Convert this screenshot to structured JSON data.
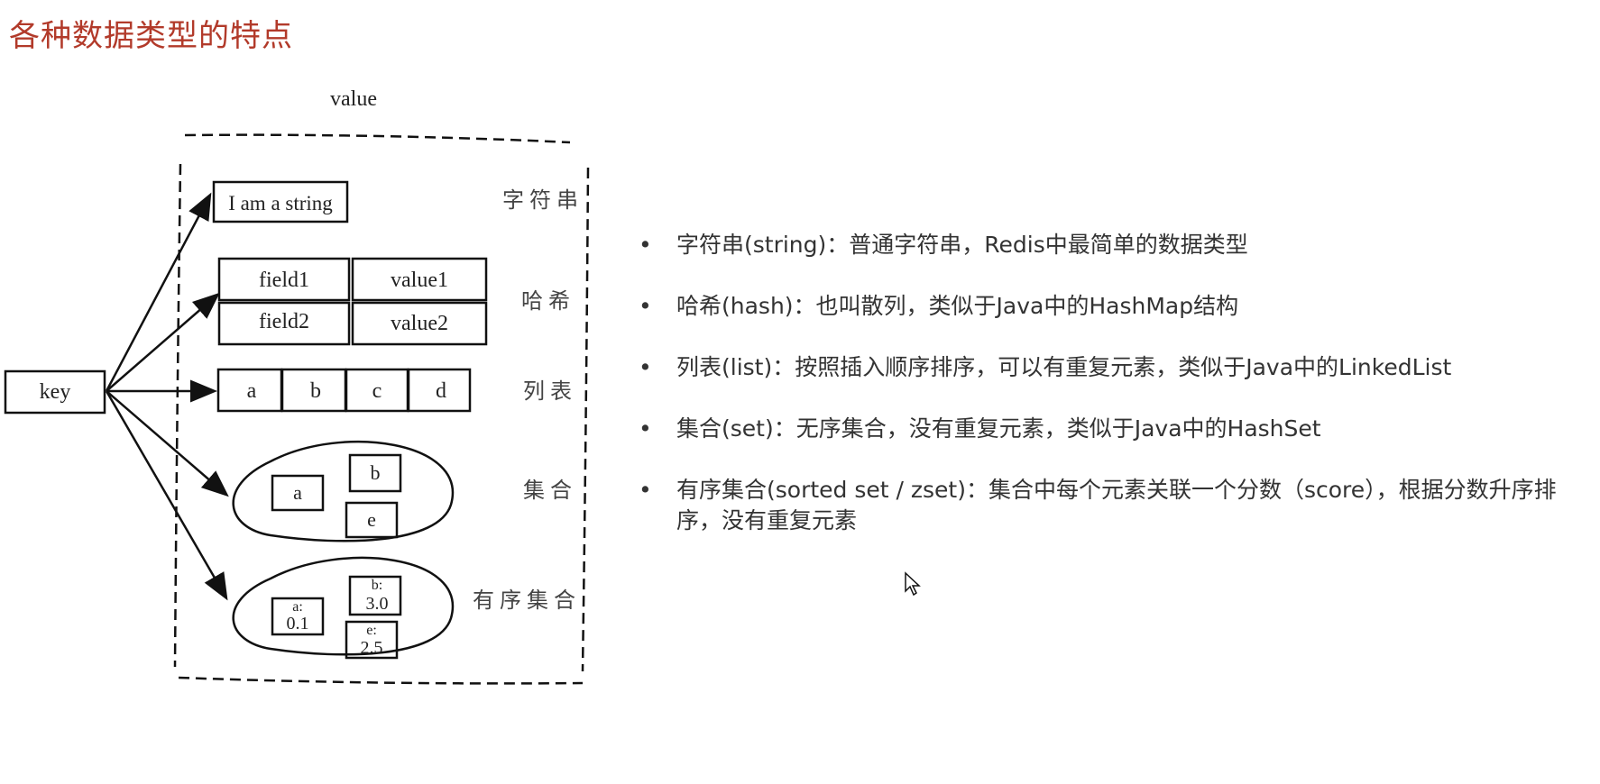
{
  "slide": {
    "title": "各种数据类型的特点"
  },
  "diagram": {
    "value_label": "value",
    "key_label": "key",
    "string": {
      "text": "I am a string",
      "type_label": "字符串"
    },
    "hash": {
      "type_label": "哈希",
      "rows": [
        {
          "field": "field1",
          "value": "value1"
        },
        {
          "field": "field2",
          "value": "value2"
        }
      ]
    },
    "list": {
      "type_label": "列表",
      "items": [
        "a",
        "b",
        "c",
        "d"
      ]
    },
    "set": {
      "type_label": "集合",
      "items": [
        "a",
        "b",
        "e"
      ]
    },
    "zset": {
      "type_label": "有序集合",
      "items": [
        {
          "member": "a:",
          "score": "0.1"
        },
        {
          "member": "b:",
          "score": "3.0"
        },
        {
          "member": "e:",
          "score": "2.5"
        }
      ]
    }
  },
  "bullets": [
    {
      "text": "字符串(string)：普通字符串，Redis中最简单的数据类型"
    },
    {
      "text": "哈希(hash)：也叫散列，类似于Java中的HashMap结构"
    },
    {
      "text": "列表(list)：按照插入顺序排序，可以有重复元素，类似于Java中的LinkedList"
    },
    {
      "text": "集合(set)：无序集合，没有重复元素，类似于Java中的HashSet"
    },
    {
      "text": "有序集合(sorted set / zset)：集合中每个元素关联一个分数（score），根据分数升序排序，没有重复元素"
    }
  ],
  "icons": {
    "cursor": "mouse-pointer-icon"
  }
}
